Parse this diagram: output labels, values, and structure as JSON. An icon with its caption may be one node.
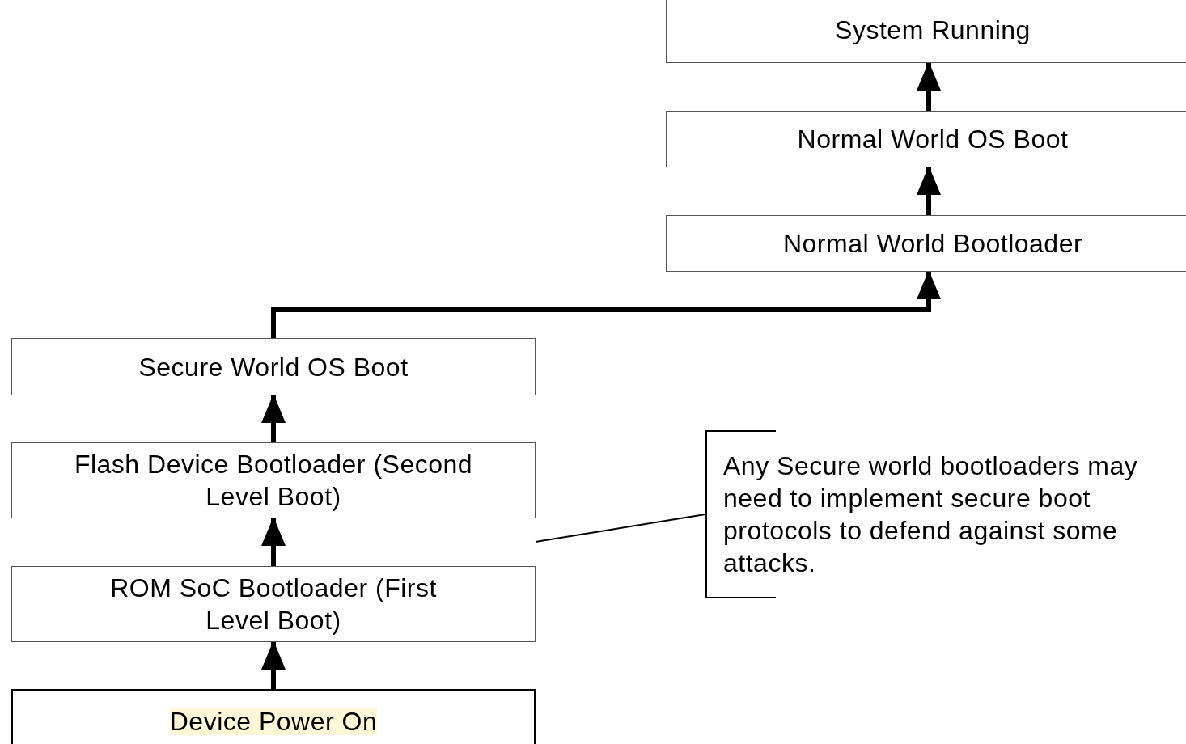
{
  "diagram": {
    "nodes": [
      {
        "text": [
          "System Running"
        ]
      },
      {
        "text": [
          "Normal World OS Boot"
        ]
      },
      {
        "text": [
          "Normal World Bootloader"
        ]
      },
      {
        "text": [
          "Secure World OS Boot"
        ]
      },
      {
        "text": [
          "Flash Device Bootloader (Second Level Boot)"
        ]
      },
      {
        "text": [
          "ROM SoC Bootloader (First Level Boot)"
        ]
      },
      {
        "text": [
          "Device Power On"
        ]
      },
      {
        "text": [
          "Any Secure world bootloaders may need to implement secure boot protocols to defend against some attacks."
        ]
      }
    ],
    "edges": [
      {
        "from": 6,
        "to": 5,
        "arrow": "to"
      },
      {
        "from": 5,
        "to": 4,
        "arrow": "to"
      },
      {
        "from": 4,
        "to": 3,
        "arrow": "to"
      },
      {
        "from": 3,
        "to": 2,
        "arrow": "to"
      },
      {
        "from": 2,
        "to": 1,
        "arrow": "to"
      },
      {
        "from": 1,
        "to": 0,
        "arrow": "to"
      },
      {
        "from": 7,
        "to": null,
        "arrow": "none"
      }
    ]
  }
}
